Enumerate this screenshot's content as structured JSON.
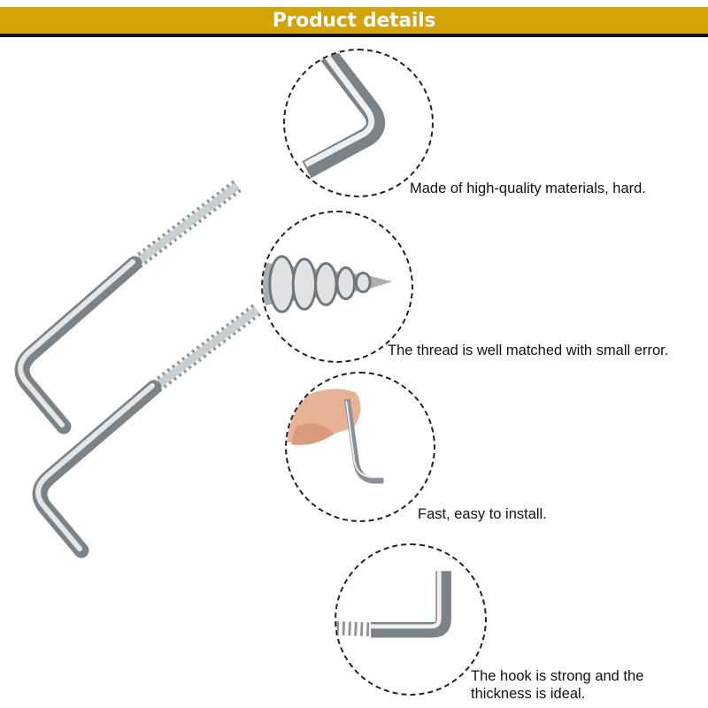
{
  "header": {
    "title": "Product details",
    "bar_color": "#d4a406",
    "underline_color": "#111111"
  },
  "details": [
    {
      "caption": "Made of high-quality materials, hard.",
      "image": "hook-bend-closeup"
    },
    {
      "caption": "The thread is well matched with small error.",
      "image": "screw-thread-closeup"
    },
    {
      "caption": "Fast, easy to install.",
      "image": "hand-installing-hook"
    },
    {
      "caption_lines": [
        "The hook is strong and the",
        "thickness is ideal."
      ],
      "image": "l-hook-closeup"
    }
  ],
  "main_image": "two-l-shaped-screw-hooks"
}
